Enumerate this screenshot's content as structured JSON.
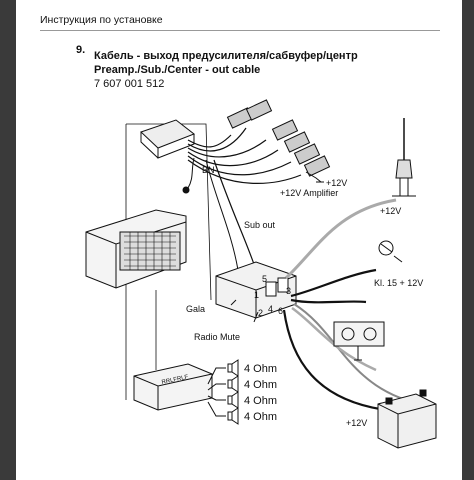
{
  "header": "Инструкция по установке",
  "step_number": "9.",
  "title_ru": "Кабель - выход предусилителя/сабвуфер/центр",
  "title_en": "Preamp./Sub./Center - out cable",
  "part_number": "7 607 001 512",
  "labels": {
    "bn": "BN",
    "plus12v": "+12V",
    "plus12v_amplifier": "+12V Amplifier",
    "plus12v_antenna": "+12V",
    "sub_out": "Sub out",
    "pin5": "5",
    "pin1": "1",
    "pin2": "2",
    "pin4": "4",
    "pin6": "6",
    "pin3": "3",
    "gala": "Gala",
    "radio_mute": "Radio Mute",
    "kl15": "Kl. 15 + 12V",
    "plus12v_battery": "+12V"
  },
  "speakers": [
    "4 Ohm",
    "4 Ohm",
    "4 Ohm",
    "4 Ohm"
  ],
  "connector_letters": "RRLFRLF"
}
